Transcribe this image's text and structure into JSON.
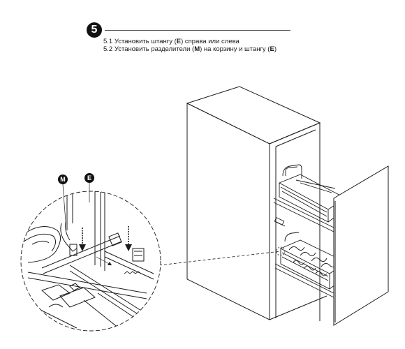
{
  "step": {
    "number": "5",
    "instructions": [
      {
        "prefix": "5.1 Установить штангу (",
        "key": "E",
        "suffix": ") справа или слева"
      },
      {
        "prefix": "5.2 Установить разделители (",
        "key": "M",
        "suffix": ") на корзину и штангу (",
        "key2": "E",
        "suffix2": ")"
      }
    ]
  },
  "callouts": {
    "m": "M",
    "e": "E"
  },
  "colors": {
    "line": "#1a1a1a",
    "cabinet_fill": "#ffffff",
    "badge": "#111111"
  }
}
